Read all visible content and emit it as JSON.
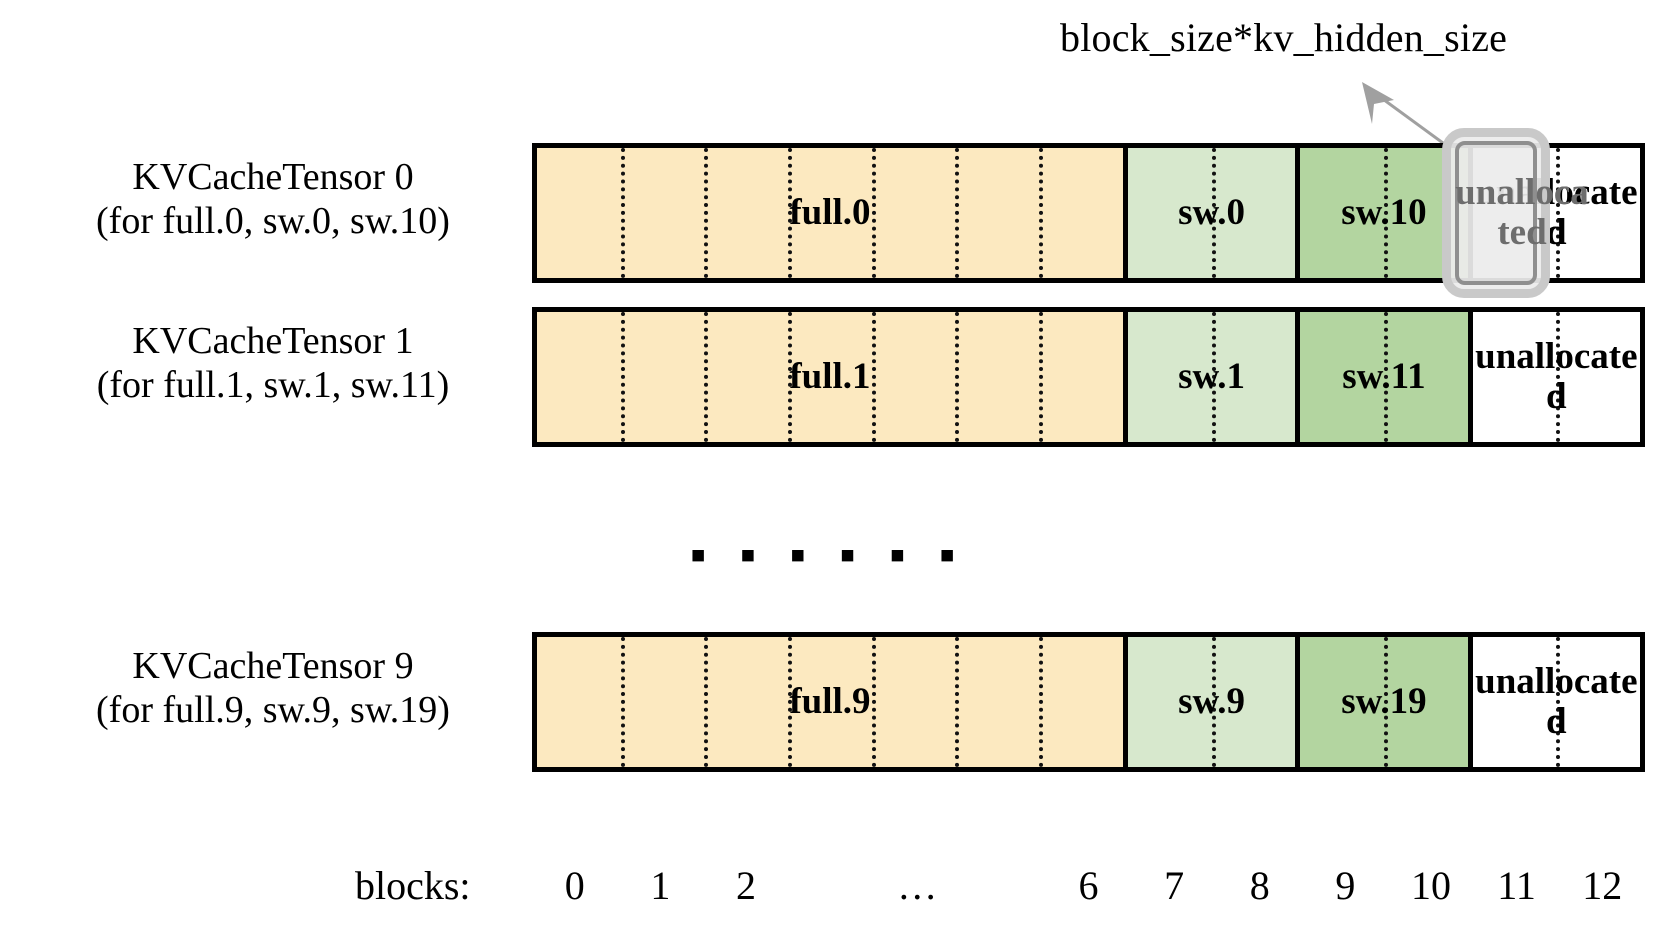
{
  "diagram": {
    "annotation": {
      "label": "block_size*kv_hidden_size",
      "arrow_icon": "arrow-pointer-icon"
    },
    "ellipsis": "▪ ▪ ▪ ▪ ▪ ▪",
    "rows": [
      {
        "id": "kvcachetensor-0",
        "caption_line1": "KVCacheTensor 0",
        "caption_line2": "(for full.0, sw.0, sw.10)",
        "cells": [
          {
            "label": "full.0",
            "kind": "full",
            "blocks": 7,
            "block_start": 0,
            "block_end": 6
          },
          {
            "label": "sw.0",
            "kind": "sw-light",
            "blocks": 2,
            "block_start": 7,
            "block_end": 8
          },
          {
            "label": "sw.10",
            "kind": "sw-dark",
            "blocks": 2,
            "block_start": 9,
            "block_end": 10
          },
          {
            "label": "unallocated",
            "kind": "unalloc",
            "blocks": 2,
            "block_start": 11,
            "block_end": 12
          }
        ]
      },
      {
        "id": "kvcachetensor-1",
        "caption_line1": "KVCacheTensor 1",
        "caption_line2": "(for full.1, sw.1, sw.11)",
        "cells": [
          {
            "label": "full.1",
            "kind": "full",
            "blocks": 7,
            "block_start": 0,
            "block_end": 6
          },
          {
            "label": "sw.1",
            "kind": "sw-light",
            "blocks": 2,
            "block_start": 7,
            "block_end": 8
          },
          {
            "label": "sw.11",
            "kind": "sw-dark",
            "blocks": 2,
            "block_start": 9,
            "block_end": 10
          },
          {
            "label": "unallocated",
            "kind": "unalloc",
            "blocks": 2,
            "block_start": 11,
            "block_end": 12
          }
        ]
      },
      {
        "id": "kvcachetensor-9",
        "caption_line1": "KVCacheTensor 9",
        "caption_line2": "(for full.9, sw.9, sw.19)",
        "cells": [
          {
            "label": "full.9",
            "kind": "full",
            "blocks": 7,
            "block_start": 0,
            "block_end": 6
          },
          {
            "label": "sw.9",
            "kind": "sw-light",
            "blocks": 2,
            "block_start": 7,
            "block_end": 8
          },
          {
            "label": "sw.19",
            "kind": "sw-dark",
            "blocks": 2,
            "block_start": 9,
            "block_end": 10
          },
          {
            "label": "unallocated",
            "kind": "unalloc",
            "blocks": 2,
            "block_start": 11,
            "block_end": 12
          }
        ]
      }
    ],
    "highlight": {
      "label": "unallocated",
      "target_block": 11,
      "target_row": "kvcachetensor-0"
    },
    "axis": {
      "title": "blocks:",
      "ticks": [
        "0",
        "1",
        "2",
        "…",
        "6",
        "7",
        "8",
        "9",
        "10",
        "11",
        "12"
      ]
    },
    "colors": {
      "full": "#fce9c0",
      "sw_light": "#d7e8cd",
      "sw_dark": "#b3d5a0",
      "unallocated": "#ffffff",
      "border": "#000000",
      "highlight_outer": "#c9c9c9",
      "highlight_inner": "#8f8f8f",
      "highlight_fill": "#ececec",
      "highlight_text": "#6d6d6d",
      "arrow": "#a0a0a0"
    }
  }
}
